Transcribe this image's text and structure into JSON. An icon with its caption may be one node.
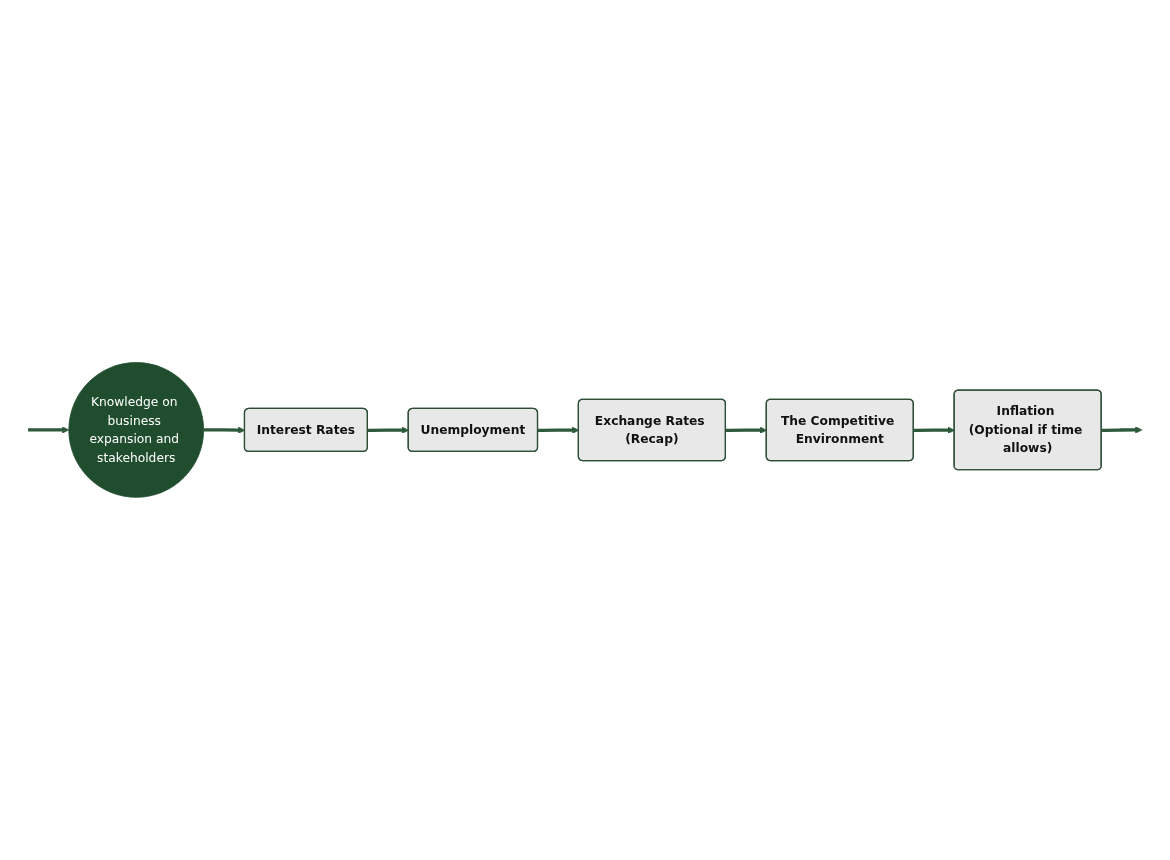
{
  "diagram": {
    "nodes": [
      {
        "text": [
          "Knowledge on business expansion and stakeholders"
        ]
      },
      {
        "text": [
          "Interest Rates"
        ]
      },
      {
        "text": [
          "Unemployment"
        ]
      },
      {
        "text": [
          "Exchange Rates (Recap)"
        ]
      },
      {
        "text": [
          "The Competitive Environment"
        ]
      },
      {
        "text": [
          "Inflation (Optional if time allows)"
        ]
      }
    ],
    "edges": [
      {
        "from": null,
        "to": 0,
        "arrow": "to"
      },
      {
        "from": 0,
        "to": 1,
        "arrow": "to"
      },
      {
        "from": 1,
        "to": 2,
        "arrow": "to"
      },
      {
        "from": 2,
        "to": 3,
        "arrow": "to"
      },
      {
        "from": 3,
        "to": 4,
        "arrow": "to"
      },
      {
        "from": 4,
        "to": 5,
        "arrow": "to"
      },
      {
        "from": 5,
        "to": null,
        "arrow": "to"
      }
    ]
  }
}
